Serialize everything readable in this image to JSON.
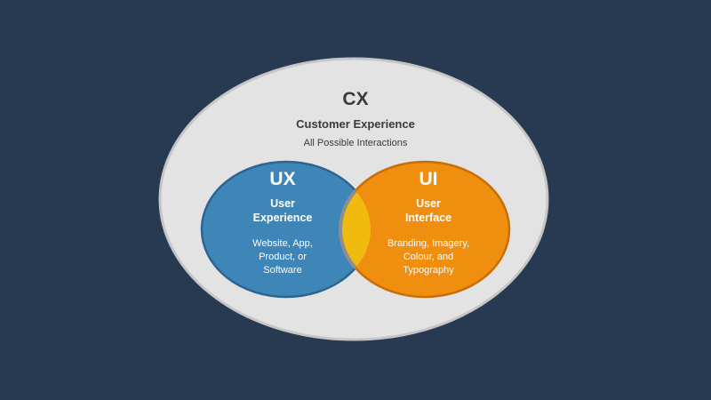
{
  "outer": {
    "title": "CX",
    "subtitle": "Customer Experience",
    "description": "All Possible Interactions"
  },
  "ux": {
    "title": "UX",
    "subtitle_lines": [
      "User",
      "Experience"
    ],
    "description_lines": [
      "Website, App,",
      "Product, or",
      "Software"
    ]
  },
  "ui": {
    "title": "UI",
    "subtitle_lines": [
      "User",
      "Interface"
    ],
    "description_lines": [
      "Branding, Imagery,",
      "Colour, and",
      "Typography"
    ]
  },
  "colors": {
    "background": "#283a52",
    "outer_fill": "#e3e3e3",
    "outer_stroke": "#c6c6c6",
    "ux_fill": "#3f86b8",
    "ux_stroke": "#2c6591",
    "ui_fill": "#f08e0f",
    "ui_stroke": "#c86e06",
    "overlap_fill": "#f1ba0e",
    "overlap_stroke": "#8e8e8e"
  }
}
